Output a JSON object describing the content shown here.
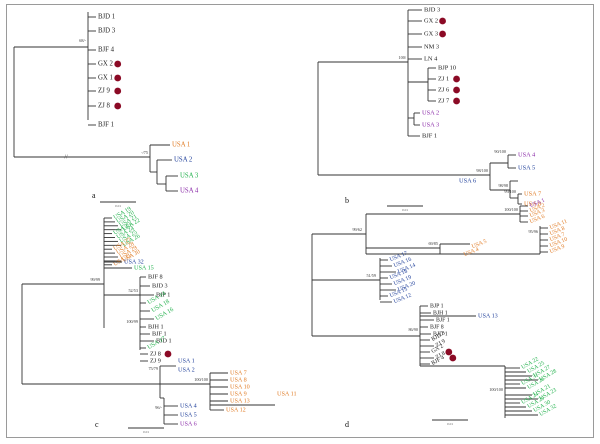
{
  "colors": {
    "line": "#333333",
    "black_label": "#222222",
    "dot": "#8b0a25",
    "orange": "#e07b24",
    "blue": "#1f3f9a",
    "green": "#22b14c",
    "purple": "#8a2aa8",
    "frame": "#9a9a9a"
  },
  "panels": [
    {
      "id": "a",
      "panel_label": "a",
      "bootstrap_values": [
        "68/-",
        "-/75"
      ],
      "taxa": [
        {
          "name": "BJD 1",
          "color": "black",
          "dot": false
        },
        {
          "name": "BJD 3",
          "color": "black",
          "dot": false
        },
        {
          "name": "BJF 4",
          "color": "black",
          "dot": false
        },
        {
          "name": "GX 2",
          "color": "black",
          "dot": true
        },
        {
          "name": "GX 1",
          "color": "black",
          "dot": true
        },
        {
          "name": "ZJ 9",
          "color": "black",
          "dot": true
        },
        {
          "name": "ZJ 8",
          "color": "black",
          "dot": true
        },
        {
          "name": "BJF 1",
          "color": "black",
          "dot": false
        },
        {
          "name": "USA 1",
          "color": "orange",
          "dot": false
        },
        {
          "name": "USA 2",
          "color": "blue",
          "dot": false
        },
        {
          "name": "USA 3",
          "color": "green",
          "dot": false
        },
        {
          "name": "USA 4",
          "color": "purple",
          "dot": false
        }
      ],
      "scale_label": "0.01"
    },
    {
      "id": "b",
      "panel_label": "b",
      "bootstrap_values": [
        "100/",
        "98/100",
        "90/100",
        "98/98",
        "99/100"
      ],
      "taxa": [
        {
          "name": "BJD 3",
          "color": "black",
          "dot": false
        },
        {
          "name": "GX 2",
          "color": "black",
          "dot": true
        },
        {
          "name": "GX 3",
          "color": "black",
          "dot": true
        },
        {
          "name": "NM 3",
          "color": "black",
          "dot": false
        },
        {
          "name": "LN 4",
          "color": "black",
          "dot": false
        },
        {
          "name": "BJP 10",
          "color": "black",
          "dot": false
        },
        {
          "name": "ZJ 1",
          "color": "black",
          "dot": true
        },
        {
          "name": "ZJ 6",
          "color": "black",
          "dot": true
        },
        {
          "name": "ZJ 7",
          "color": "black",
          "dot": true
        },
        {
          "name": "USA 2",
          "color": "purple",
          "dot": false
        },
        {
          "name": "USA 3",
          "color": "purple",
          "dot": false
        },
        {
          "name": "BJF 1",
          "color": "black",
          "dot": false
        },
        {
          "name": "USA 4",
          "color": "purple",
          "dot": false
        },
        {
          "name": "USA 5",
          "color": "blue",
          "dot": false
        },
        {
          "name": "USA 6",
          "color": "blue",
          "dot": false
        },
        {
          "name": "USA 7",
          "color": "orange",
          "dot": false
        },
        {
          "name": "USA 8",
          "color": "orange",
          "dot": false
        }
      ],
      "scale_label": "0.01"
    },
    {
      "id": "c",
      "panel_label": "c",
      "bootstrap_values": [
        "99/99",
        "52/53",
        "100/99",
        "75/79",
        "100/100",
        "96/-"
      ],
      "taxa": [
        {
          "name": "USA 19",
          "color": "green",
          "dot": false
        },
        {
          "name": "USA 20",
          "color": "green",
          "dot": false
        },
        {
          "name": "USA 21",
          "color": "green",
          "dot": false
        },
        {
          "name": "USA 22",
          "color": "green",
          "dot": false
        },
        {
          "name": "USA 23",
          "color": "green",
          "dot": false
        },
        {
          "name": "USA 24",
          "color": "green",
          "dot": false
        },
        {
          "name": "USA 25",
          "color": "green",
          "dot": false
        },
        {
          "name": "USA 26",
          "color": "green",
          "dot": false
        },
        {
          "name": "USA 27",
          "color": "orange",
          "dot": false
        },
        {
          "name": "USA 28",
          "color": "orange",
          "dot": false
        },
        {
          "name": "USA 29",
          "color": "orange",
          "dot": false
        },
        {
          "name": "USA 30",
          "color": "orange",
          "dot": false
        },
        {
          "name": "USA 31",
          "color": "orange",
          "dot": false
        },
        {
          "name": "USA 32",
          "color": "blue",
          "dot": false
        },
        {
          "name": "USA 15",
          "color": "green",
          "dot": false
        },
        {
          "name": "BJF 8",
          "color": "black",
          "dot": false
        },
        {
          "name": "BJD 3",
          "color": "black",
          "dot": false
        },
        {
          "name": "BJP 1",
          "color": "black",
          "dot": false
        },
        {
          "name": "USA 14",
          "color": "green",
          "dot": false
        },
        {
          "name": "USA 18",
          "color": "green",
          "dot": false
        },
        {
          "name": "USA 16",
          "color": "green",
          "dot": false
        },
        {
          "name": "BJH 1",
          "color": "black",
          "dot": false
        },
        {
          "name": "BJF 1",
          "color": "black",
          "dot": false
        },
        {
          "name": "BJD 1",
          "color": "black",
          "dot": false
        },
        {
          "name": "USA 17",
          "color": "green",
          "dot": false
        },
        {
          "name": "ZJ 8",
          "color": "black",
          "dot": true
        },
        {
          "name": "ZJ 9",
          "color": "black",
          "dot": false
        },
        {
          "name": "USA 1",
          "color": "blue",
          "dot": false
        },
        {
          "name": "USA 2",
          "color": "blue",
          "dot": false
        },
        {
          "name": "USA 7",
          "color": "orange",
          "dot": false
        },
        {
          "name": "USA 8",
          "color": "orange",
          "dot": false
        },
        {
          "name": "USA 10",
          "color": "orange",
          "dot": false
        },
        {
          "name": "USA 9",
          "color": "orange",
          "dot": false
        },
        {
          "name": "USA 13",
          "color": "orange",
          "dot": false
        },
        {
          "name": "USA 11",
          "color": "orange",
          "dot": false
        },
        {
          "name": "USA 12",
          "color": "orange",
          "dot": false
        },
        {
          "name": "USA 4",
          "color": "blue",
          "dot": false
        },
        {
          "name": "USA 5",
          "color": "blue",
          "dot": false
        },
        {
          "name": "USA 6",
          "color": "purple",
          "dot": false
        }
      ],
      "scale_label": "0.01"
    },
    {
      "id": "d",
      "panel_label": "d",
      "bootstrap_values": [
        "100/100",
        "99/62",
        "86/90",
        "95/96",
        "69/85",
        "51/59",
        "100/100"
      ],
      "taxa": [
        {
          "name": "USA 1",
          "color": "purple",
          "dot": false
        },
        {
          "name": "USA 2",
          "color": "orange",
          "dot": false
        },
        {
          "name": "USA 3",
          "color": "orange",
          "dot": false
        },
        {
          "name": "USA 6",
          "color": "orange",
          "dot": false
        },
        {
          "name": "USA 11",
          "color": "orange",
          "dot": false
        },
        {
          "name": "USA 8",
          "color": "orange",
          "dot": false
        },
        {
          "name": "USA 7",
          "color": "orange",
          "dot": false
        },
        {
          "name": "USA 10",
          "color": "orange",
          "dot": false
        },
        {
          "name": "USA 9",
          "color": "orange",
          "dot": false
        },
        {
          "name": "USA 5",
          "color": "orange",
          "dot": false
        },
        {
          "name": "USA 4",
          "color": "orange",
          "dot": false
        },
        {
          "name": "USA 17",
          "color": "blue",
          "dot": false
        },
        {
          "name": "USA 16",
          "color": "blue",
          "dot": false
        },
        {
          "name": "USA 14",
          "color": "blue",
          "dot": false
        },
        {
          "name": "USA 18",
          "color": "blue",
          "dot": false
        },
        {
          "name": "USA 19",
          "color": "blue",
          "dot": false
        },
        {
          "name": "USA 20",
          "color": "blue",
          "dot": false
        },
        {
          "name": "USA 15",
          "color": "blue",
          "dot": false
        },
        {
          "name": "USA 12",
          "color": "blue",
          "dot": false
        },
        {
          "name": "BJP 1",
          "color": "black",
          "dot": false
        },
        {
          "name": "BJH 1",
          "color": "black",
          "dot": false
        },
        {
          "name": "BJF 1",
          "color": "black",
          "dot": false
        },
        {
          "name": "BJF 8",
          "color": "black",
          "dot": false
        },
        {
          "name": "BJD 1",
          "color": "black",
          "dot": false
        },
        {
          "name": "USA 13",
          "color": "blue",
          "dot": false
        },
        {
          "name": "BJD 3",
          "color": "black",
          "dot": false
        },
        {
          "name": "ZJ 9",
          "color": "black",
          "dot": false
        },
        {
          "name": "GX 2",
          "color": "black",
          "dot": true
        },
        {
          "name": "ZJ 8",
          "color": "black",
          "dot": true
        },
        {
          "name": "BJF 4",
          "color": "black",
          "dot": false
        },
        {
          "name": "USA 22",
          "color": "green",
          "dot": false
        },
        {
          "name": "USA 25",
          "color": "green",
          "dot": false
        },
        {
          "name": "USA 27",
          "color": "green",
          "dot": false
        },
        {
          "name": "USA 28",
          "color": "green",
          "dot": false
        },
        {
          "name": "USA 31",
          "color": "green",
          "dot": false
        },
        {
          "name": "USA 26",
          "color": "green",
          "dot": false
        },
        {
          "name": "USA 21",
          "color": "green",
          "dot": false
        },
        {
          "name": "USA 23",
          "color": "green",
          "dot": false
        },
        {
          "name": "USA 24",
          "color": "green",
          "dot": false
        },
        {
          "name": "USA 29",
          "color": "green",
          "dot": false
        },
        {
          "name": "USA 30",
          "color": "green",
          "dot": false
        },
        {
          "name": "USA 32",
          "color": "green",
          "dot": false
        }
      ],
      "scale_label": "0.01"
    }
  ]
}
